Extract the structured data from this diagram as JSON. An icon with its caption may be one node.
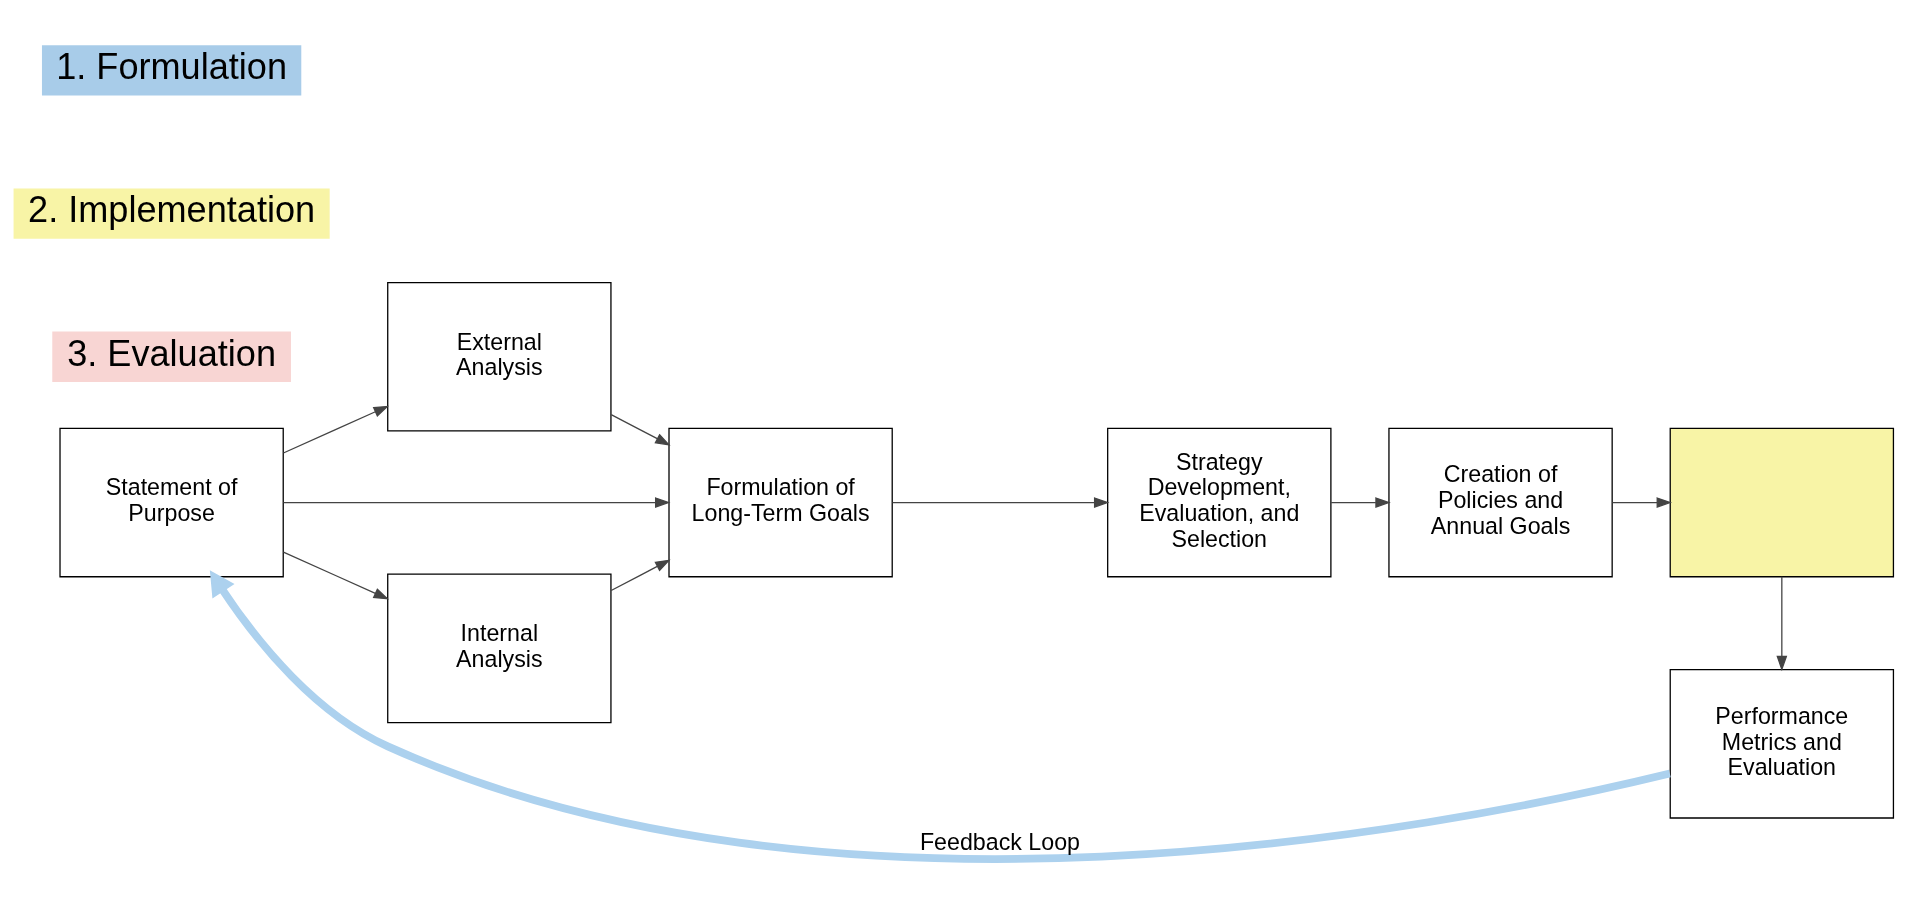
{
  "diagram": {
    "nodes": [
      {
        "text": [
          "External Analysis"
        ]
      },
      {
        "text": [
          "Statement of Purpose"
        ]
      },
      {
        "text": [
          "Formulation of Long-Term Goals"
        ]
      },
      {
        "text": [
          "Strategy Development, Evaluation, and Selection"
        ]
      },
      {
        "text": [
          "Creation of Policies and Annual Goals"
        ]
      },
      {
        "text": [],
        "shape": "box"
      },
      {
        "text": [
          "Internal Analysis"
        ]
      },
      {
        "text": [
          "Performance Metrics and Evaluation"
        ]
      }
    ],
    "edges": [
      {
        "from": 1,
        "to": 0,
        "arrow": "to"
      },
      {
        "from": 0,
        "to": 2,
        "arrow": "to"
      },
      {
        "from": 1,
        "to": 2,
        "arrow": "to"
      },
      {
        "from": 1,
        "to": 6,
        "arrow": "to"
      },
      {
        "from": 6,
        "to": 2,
        "arrow": "to"
      },
      {
        "from": 2,
        "to": 3,
        "arrow": "to"
      },
      {
        "from": 3,
        "to": 4,
        "arrow": "to"
      },
      {
        "from": 4,
        "to": 5,
        "arrow": "to"
      },
      {
        "from": 5,
        "to": 7,
        "arrow": "to"
      },
      {
        "from": 7,
        "to": 1,
        "arrow": "to",
        "label": "Feedback Loop",
        "style": "thick",
        "color": "#acd1ee"
      }
    ],
    "legend": [
      {
        "text": "1. Formulation",
        "color": "#a8cce9"
      },
      {
        "text": "2. Implementation",
        "color": "#f8f4a6"
      },
      {
        "text": "3. Evaluation",
        "color": "#f8d5d3"
      }
    ]
  }
}
